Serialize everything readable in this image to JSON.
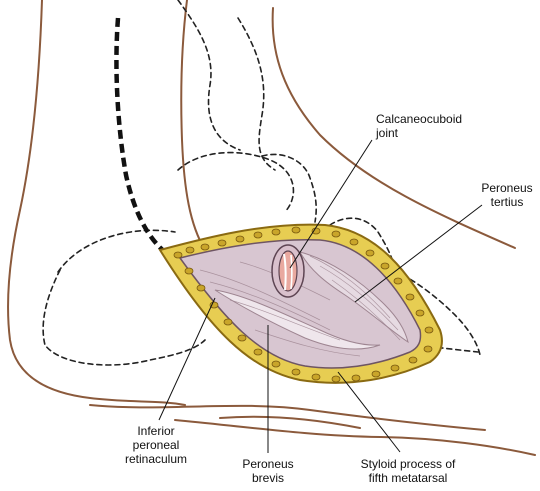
{
  "labels": {
    "calcaneocuboid_joint": [
      "Calcaneocuboid",
      "joint"
    ],
    "peroneus_tertius": [
      "Peroneus",
      "tertius"
    ],
    "inferior_peroneal_retinaculum": [
      "Inferior",
      "peroneal",
      "retinaculum"
    ],
    "peroneus_brevis": [
      "Peroneus",
      "brevis"
    ],
    "styloid_process": [
      "Styloid process of",
      "fifth metatarsal"
    ]
  },
  "colors": {
    "skin_outline": "#8b5a3c",
    "fat_fill": "#e7cd52",
    "fat_edge": "#8a6a12",
    "tissue_fill": "#d8c6d1",
    "tissue_dark": "#9e8591",
    "tendon_fill": "#efe6ec",
    "joint_fill": "#e9a9a0",
    "bone_dash": "#222222",
    "leader": "#111111"
  }
}
